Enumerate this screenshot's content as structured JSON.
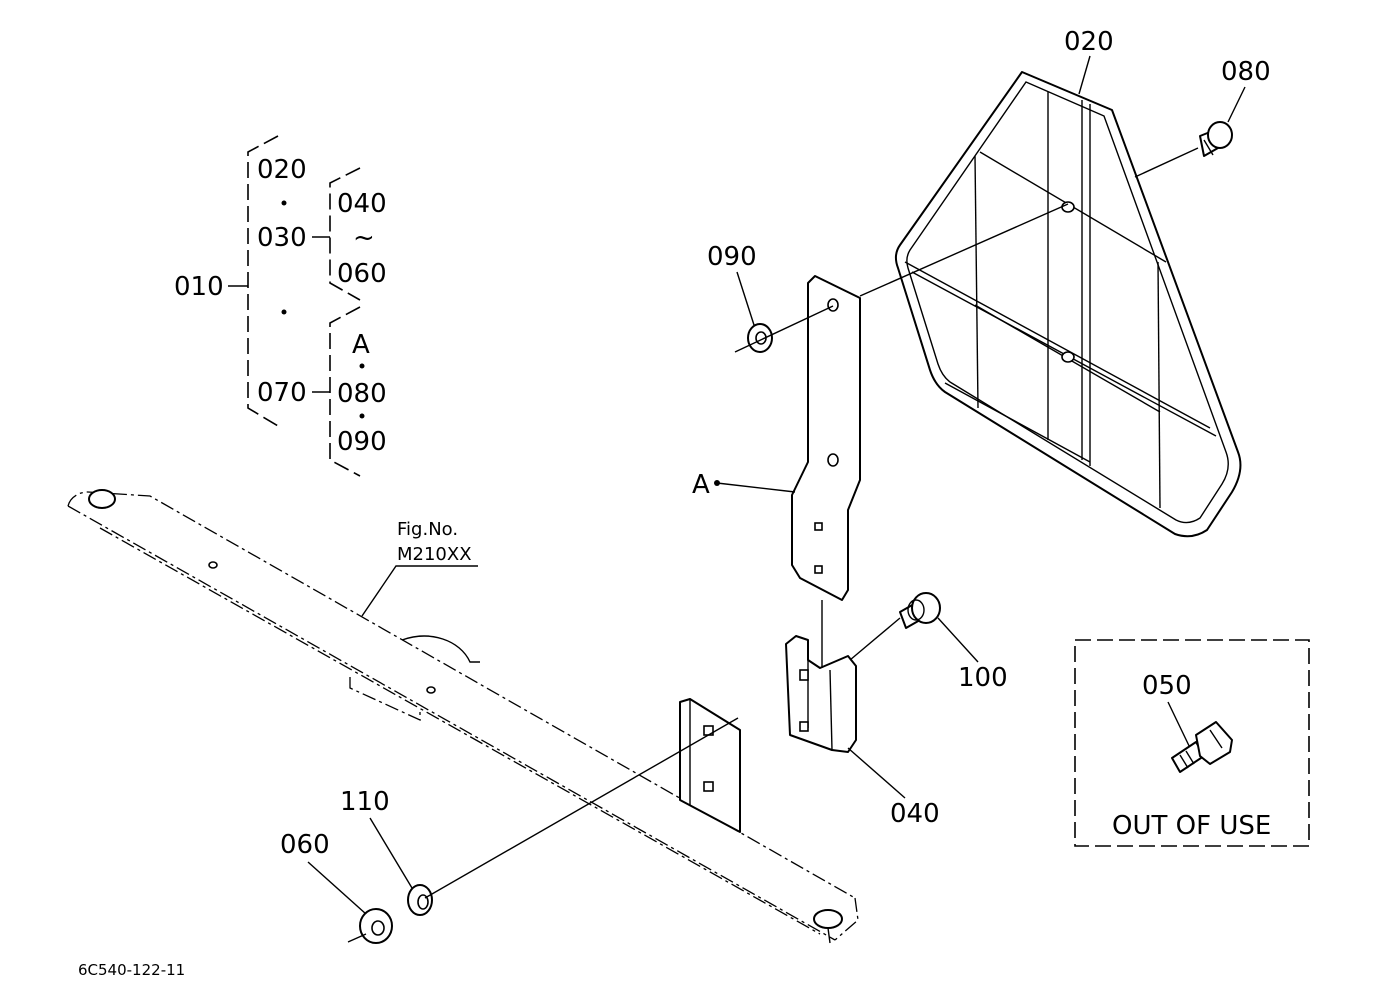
{
  "tree": {
    "root": "010",
    "branch_upper": [
      "020",
      "030"
    ],
    "branch_upper_sub": [
      "040",
      "060"
    ],
    "branch_upper_sub_tilde": "~",
    "branch_lower_parent": "070",
    "branch_lower_sub_head": "A",
    "branch_lower_sub": [
      "080",
      "090"
    ]
  },
  "callouts": {
    "p020": "020",
    "p080": "080",
    "p090": "090",
    "pA": "A",
    "p100": "100",
    "p040": "040",
    "p110": "110",
    "p060": "060",
    "p050": "050"
  },
  "figure_ref": {
    "line1": "Fig.No.",
    "line2": "M210XX"
  },
  "out_of_use": {
    "part": "050",
    "text": "OUT OF USE"
  },
  "drawing_number": "6C540-122-11"
}
